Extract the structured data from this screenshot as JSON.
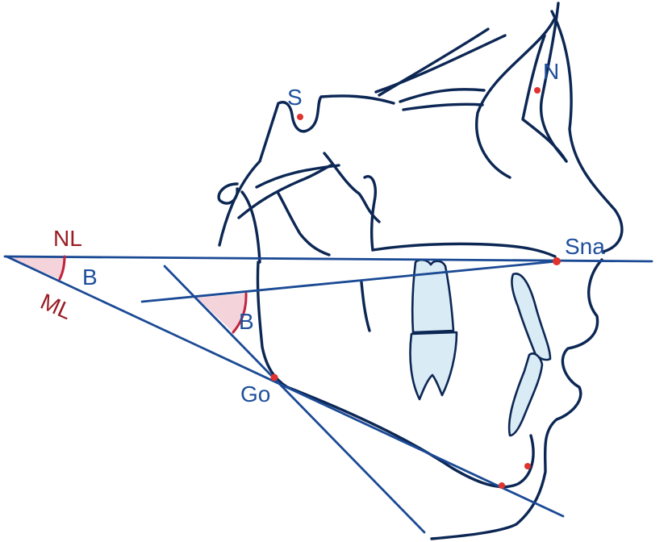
{
  "labels": {
    "s": "S",
    "n": "N",
    "sna": "Sna",
    "go": "Go",
    "nl": "NL",
    "ml": "ML",
    "b_left": "B",
    "b_mid": "B"
  },
  "colors": {
    "outline": "#0c2754",
    "reference_line": "#1b4a95",
    "label_blue": "#1f4f9c",
    "label_red": "#9a1c24",
    "point": "#e0332f",
    "angle_fill": "#f4d3db",
    "angle_arc": "#c0243d",
    "tooth_fill": "#d9ebf5"
  }
}
